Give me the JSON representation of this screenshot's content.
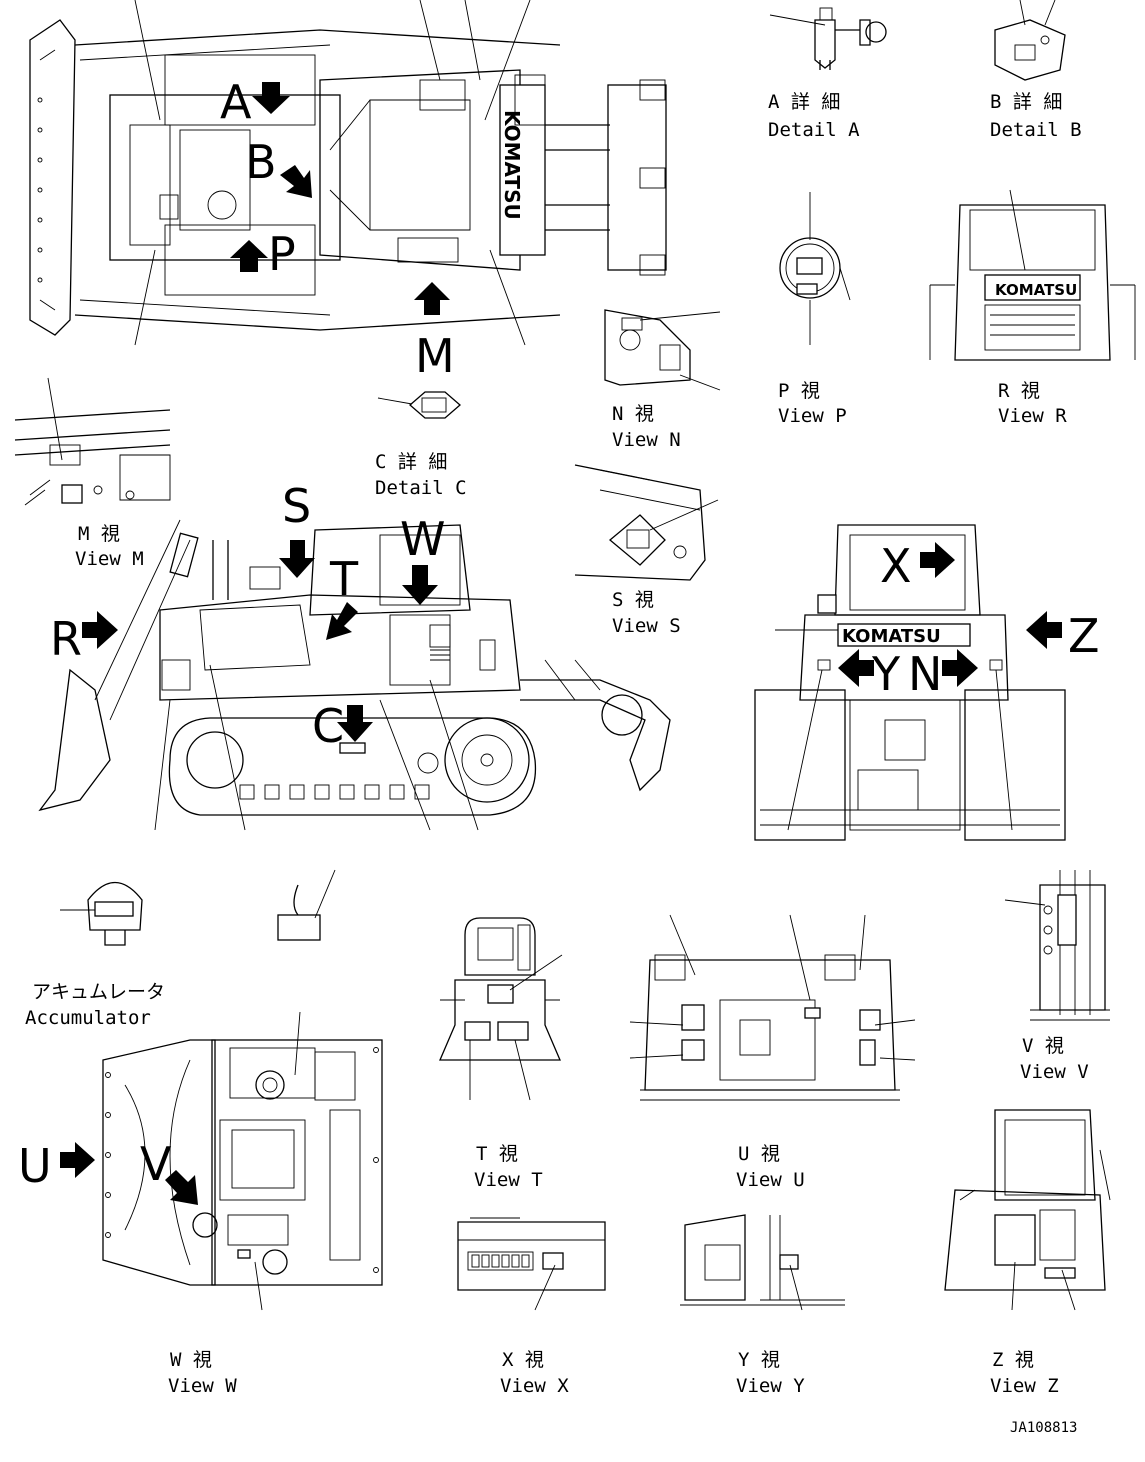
{
  "callouts": {
    "A": "A",
    "B": "B",
    "C": "C",
    "M": "M",
    "P": "P",
    "R": "R",
    "S": "S",
    "T": "T",
    "W": "W",
    "X": "X",
    "Y": "Y",
    "N": "N",
    "Z": "Z",
    "U": "U",
    "V": "V"
  },
  "captions": {
    "detail_a": {
      "jp": "A 詳 細",
      "en": "Detail A"
    },
    "detail_b": {
      "jp": "B 詳 細",
      "en": "Detail B"
    },
    "detail_c": {
      "jp": "C 詳 細",
      "en": "Detail C"
    },
    "view_n": {
      "jp": "N  視",
      "en": "View N"
    },
    "view_p": {
      "jp": "P  視",
      "en": "View P"
    },
    "view_r": {
      "jp": "R  視",
      "en": "View R"
    },
    "view_m": {
      "jp": "M  視",
      "en": "View M"
    },
    "view_s": {
      "jp": "S  視",
      "en": "View S"
    },
    "view_t": {
      "jp": "T  視",
      "en": "View T"
    },
    "view_u": {
      "jp": "U  視",
      "en": "View U"
    },
    "view_v": {
      "jp": "V  視",
      "en": "View V"
    },
    "view_w": {
      "jp": "W  視",
      "en": "View W"
    },
    "view_x": {
      "jp": "X  視",
      "en": "View X"
    },
    "view_y": {
      "jp": "Y  視",
      "en": "View Y"
    },
    "view_z": {
      "jp": "Z  視",
      "en": "View Z"
    },
    "accumulator": {
      "jp": "アキュムレータ",
      "en": "Accumulator"
    }
  },
  "brand": {
    "top_view": "KOMATSU",
    "rear_view": "KOMATSU",
    "view_r": "KOMATSU"
  },
  "drawing_code": "JA108813"
}
